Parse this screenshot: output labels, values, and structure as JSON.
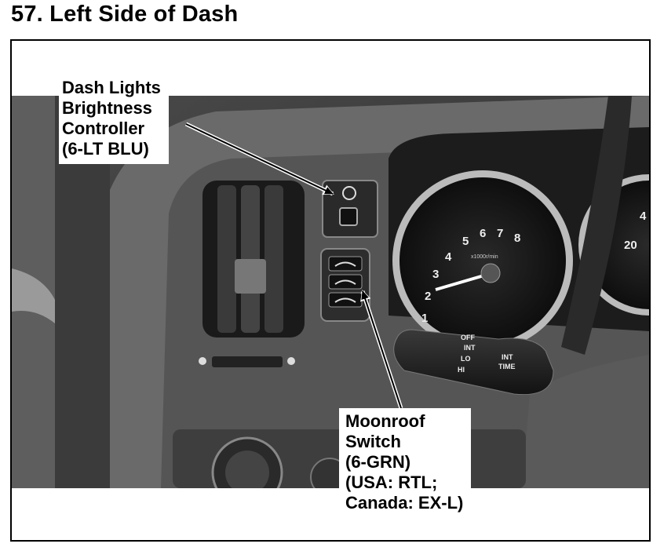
{
  "header": {
    "title": "57. Left Side of Dash"
  },
  "callouts": {
    "dash_lights": [
      "Dash Lights",
      "Brightness",
      "Controller",
      "(6-LT BLU)"
    ],
    "moonroof": [
      "Moonroof",
      "Switch",
      "(6-GRN)",
      "(USA: RTL;",
      "Canada: EX-L)"
    ]
  },
  "photo": {
    "tach_numbers": [
      "1",
      "2",
      "3",
      "4",
      "5",
      "6",
      "7",
      "8"
    ],
    "tach_unit": "x1000r/min",
    "speedo_numbers": [
      "20",
      "4"
    ],
    "stalk_labels": [
      "OFF",
      "INT",
      "LO",
      "HI",
      "INT",
      "TIME"
    ]
  }
}
